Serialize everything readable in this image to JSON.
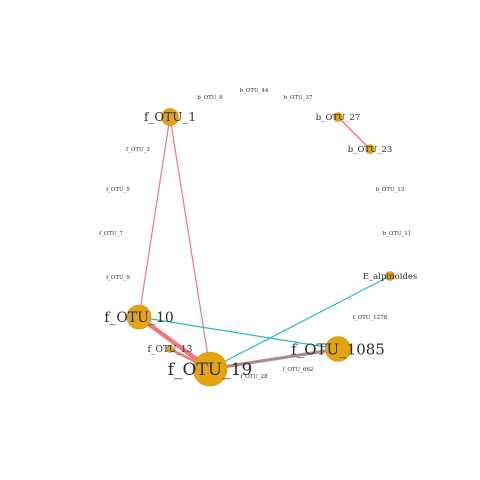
{
  "network": {
    "colors": {
      "node_fill": "#E5A50A",
      "node_stroke": "#C98E08",
      "edge_positive": "#F07878",
      "edge_negative": "#22BCC0",
      "label_text": "#2b2b3a"
    },
    "nodes": [
      {
        "id": "f_OTU_1",
        "label": "f_OTU_1"
      },
      {
        "id": "b_OTU_8",
        "label": "b_OTU_8"
      },
      {
        "id": "b_OTU_44",
        "label": "b_OTU_44"
      },
      {
        "id": "b_OTU_37",
        "label": "b_OTU_37"
      },
      {
        "id": "b_OTU_27",
        "label": "b_OTU_27"
      },
      {
        "id": "b_OTU_23",
        "label": "b_OTU_23"
      },
      {
        "id": "f_OTU_3",
        "label": "f_OTU_3"
      },
      {
        "id": "f_OTU_5",
        "label": "f_OTU_5"
      },
      {
        "id": "b_OTU_13",
        "label": "b_OTU_13"
      },
      {
        "id": "f_OTU_7",
        "label": "f_OTU_7"
      },
      {
        "id": "b_OTU_11",
        "label": "b_OTU_11"
      },
      {
        "id": "f_OTU_9",
        "label": "f_OTU_9"
      },
      {
        "id": "E_alpinoides",
        "label": "E_alpinoides"
      },
      {
        "id": "f_OTU_10",
        "label": "f_OTU_10"
      },
      {
        "id": "f_OTU_1278",
        "label": "f_OTU_1278"
      },
      {
        "id": "f_OTU_13",
        "label": "f_OTU_13"
      },
      {
        "id": "f_OTU_1085",
        "label": "f_OTU_1085"
      },
      {
        "id": "f_OTU_19",
        "label": "f_OTU_19"
      },
      {
        "id": "f_OTU_662",
        "label": "f_OTU_662"
      },
      {
        "id": "f_OTU_28",
        "label": "f_OTU_28"
      }
    ],
    "edges": [
      {
        "from": "f_OTU_1",
        "to": "f_OTU_10",
        "type": "positive"
      },
      {
        "from": "f_OTU_1",
        "to": "f_OTU_19",
        "type": "positive"
      },
      {
        "from": "b_OTU_27",
        "to": "b_OTU_23",
        "type": "positive"
      },
      {
        "from": "f_OTU_10",
        "to": "f_OTU_19",
        "type": "positive"
      },
      {
        "from": "f_OTU_13",
        "to": "f_OTU_19",
        "type": "positive"
      },
      {
        "from": "f_OTU_19",
        "to": "f_OTU_1085",
        "type": "positive"
      },
      {
        "from": "f_OTU_10",
        "to": "f_OTU_1085",
        "type": "negative"
      },
      {
        "from": "f_OTU_19",
        "to": "E_alpinoides",
        "type": "negative"
      },
      {
        "from": "f_OTU_19",
        "to": "f_OTU_1085",
        "type": "negative"
      }
    ]
  }
}
